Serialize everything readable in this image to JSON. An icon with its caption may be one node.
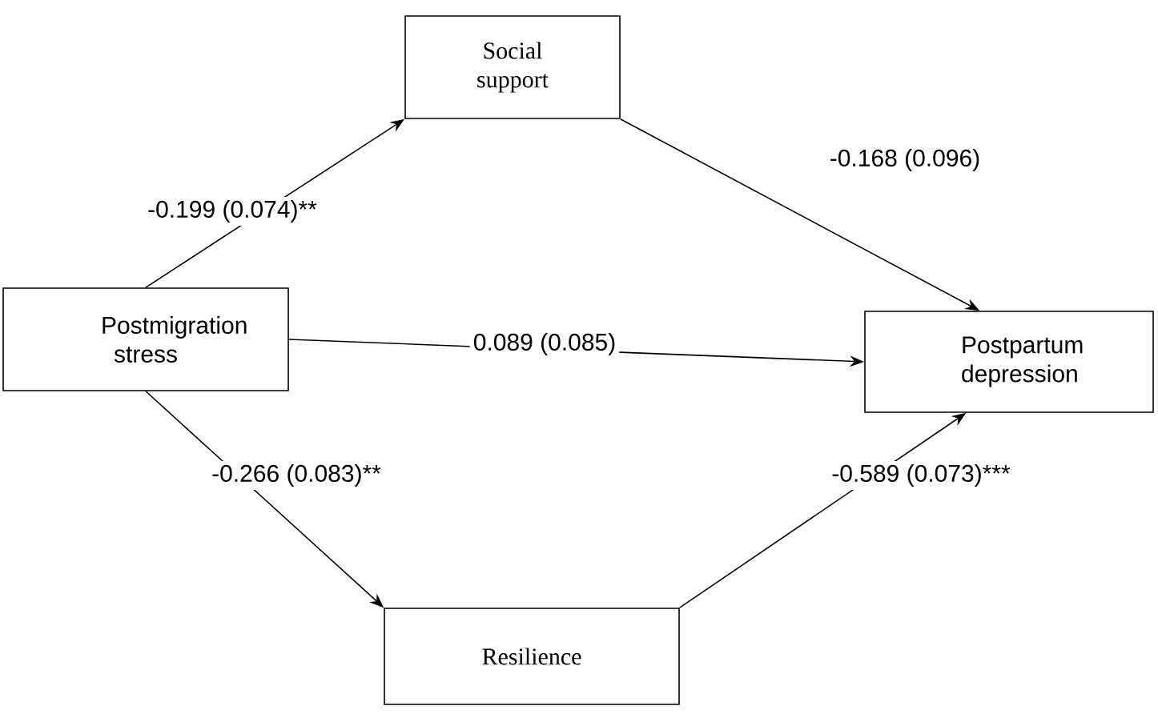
{
  "diagram": {
    "nodes": [
      {
        "text": [
          "Postmigration stress"
        ]
      },
      {
        "text": [
          "Social support"
        ]
      },
      {
        "text": [
          "Postpartum depression"
        ]
      },
      {
        "text": [
          "Resilience"
        ]
      }
    ],
    "edges": [
      {
        "from": 0,
        "to": 1,
        "arrow": "to",
        "label": "-0.199 (0.074)**"
      },
      {
        "from": 1,
        "to": 2,
        "arrow": "to",
        "label": "-0.168 (0.096)"
      },
      {
        "from": 0,
        "to": 2,
        "arrow": "to",
        "label": "0.089 (0.085)"
      },
      {
        "from": 0,
        "to": 3,
        "arrow": "to",
        "label": "-0.266 (0.083)**"
      },
      {
        "from": 3,
        "to": 2,
        "arrow": "to",
        "label": "-0.589 (0.073)***"
      }
    ]
  }
}
